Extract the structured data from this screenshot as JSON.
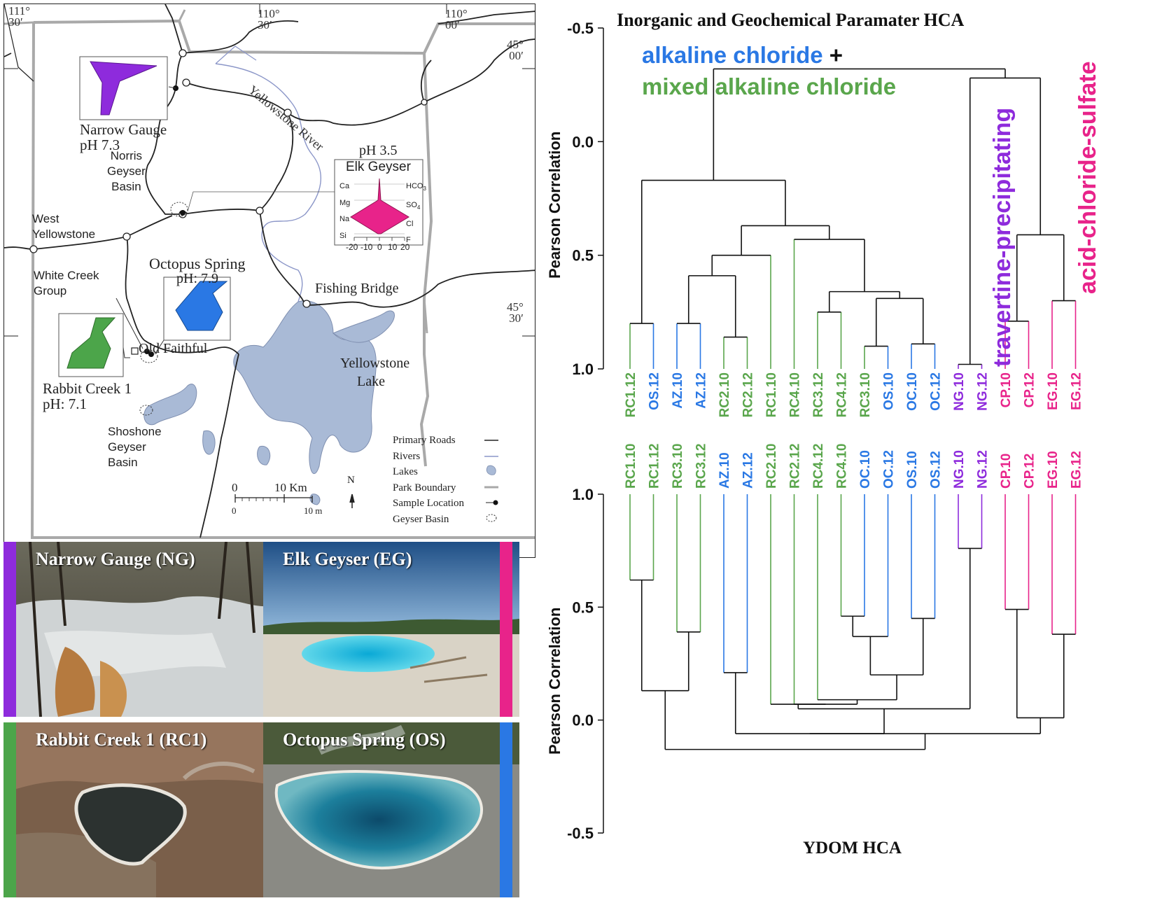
{
  "map": {
    "coords": {
      "lon1_deg": "111°",
      "lon1_min": "30′",
      "lon2_deg": "110°",
      "lon2_min": "30′",
      "lon3_deg": "110°",
      "lon3_min": "00′",
      "lat1_deg": "45°",
      "lat1_min": "00′",
      "lat2_deg": "45°",
      "lat2_min": "30′"
    },
    "places": {
      "yellowstone_river": "Yellowstone River",
      "norris": [
        "Norris",
        "Geyser",
        "Basin"
      ],
      "west_yellowstone": [
        "West",
        "Yellowstone"
      ],
      "white_creek": [
        "White Creek",
        "Group"
      ],
      "old_faithful": "Old Faithful",
      "fishing_bridge": "Fishing Bridge",
      "yellowstone_lake": [
        "Yellowstone",
        "Lake"
      ],
      "shoshone": [
        "Shoshone",
        "Geyser",
        "Basin"
      ]
    },
    "sites": {
      "narrow_gauge": {
        "name": "Narrow Gauge",
        "ph": "pH 7.3"
      },
      "octopus": {
        "name": "Octopus Spring",
        "ph": "pH: 7.9"
      },
      "rabbit_creek": {
        "name": "Rabbit Creek 1",
        "ph": "pH: 7.1"
      },
      "elk": {
        "name": "Elk Geyser",
        "ph": "pH 3.5"
      }
    },
    "stiff": {
      "left_ions": [
        "Ca",
        "Mg",
        "Na",
        "Si"
      ],
      "right_ions": [
        "HCO3",
        "SO4",
        "Cl",
        "F"
      ],
      "ticks": [
        "-20",
        "-10",
        "0",
        "10",
        "20"
      ]
    },
    "legend": [
      "Primary Roads",
      "Rivers",
      "Lakes",
      "Park Boundary",
      "Sample Location",
      "Geyser Basin"
    ],
    "scale": {
      "zero_top": "0",
      "km": "10 Km",
      "zero_bottom": "0",
      "miles": "10 m",
      "north": "N"
    },
    "colors": {
      "road": "#222222",
      "river": "#8b96c8",
      "lake": "#a9bad6",
      "boundary": "#a9a9a9"
    }
  },
  "photos": [
    {
      "title": "Narrow Gauge (NG)",
      "bar_color": "#8e2bdc"
    },
    {
      "title": "Elk Geyser (EG)",
      "bar_color": "#e8238a"
    },
    {
      "title": "Rabbit Creek 1 (RC1)",
      "bar_color": "#4ca54a"
    },
    {
      "title": "Octopus Spring (OS)",
      "bar_color": "#2a78e4"
    }
  ],
  "dendrogram": {
    "top_title": "Inorganic and Geochemical Paramater HCA",
    "bottom_title": "YDOM HCA",
    "ylabel": "Pearson Correlation",
    "top_ticks": [
      "-0.5",
      "0.0",
      "0.5",
      "1.0"
    ],
    "bottom_ticks": [
      "1.0",
      "0.5",
      "0.0",
      "-0.5"
    ],
    "group_labels": {
      "alkaline": "alkaline chloride",
      "plus": "+",
      "mixed": "mixed alkaline chloride",
      "travertine": "travertine-precipitating",
      "acid": "acid-chloride-sulfate"
    },
    "colors": {
      "green": "#5aa64c",
      "blue": "#2a78e4",
      "purple": "#8e2bdc",
      "pink": "#e8238a",
      "black": "#111111"
    }
  },
  "chart_data": [
    {
      "type": "dendrogram",
      "title": "Inorganic and Geochemical Paramater HCA",
      "ylabel": "Pearson Correlation",
      "ylim": [
        -0.5,
        1.0
      ],
      "leaves": [
        "RC1.12",
        "OS.12",
        "AZ.10",
        "AZ.12",
        "RC2.10",
        "RC2.12",
        "RC1.10",
        "RC4.10",
        "RC3.12",
        "RC4.12",
        "RC3.10",
        "OS.10",
        "OC.10",
        "OC.12",
        "NG.10",
        "NG.12",
        "CP.10",
        "CP.12",
        "EG.10",
        "EG.12"
      ],
      "merges": [
        {
          "items": [
            "RC1.12",
            "OS.12"
          ],
          "height": 0.8
        },
        {
          "items": [
            "AZ.10",
            "AZ.12"
          ],
          "height": 0.8
        },
        {
          "items": [
            "RC2.10",
            "RC2.12"
          ],
          "height": 0.86
        },
        {
          "items": [
            "RC3.10",
            "OS.10"
          ],
          "height": 0.9
        },
        {
          "items": [
            "OC.10",
            "OC.12"
          ],
          "height": 0.89
        },
        {
          "items": [
            "NG.10",
            "NG.12"
          ],
          "height": 0.98
        },
        {
          "items": [
            "CP.10",
            "CP.12"
          ],
          "height": 0.79
        },
        {
          "items": [
            "EG.10",
            "EG.12"
          ],
          "height": 0.7
        },
        {
          "items": [
            "AZ",
            "RC2"
          ],
          "height": 0.59
        },
        {
          "items": [
            "AZ+RC2",
            "RC1.10"
          ],
          "height": 0.5
        },
        {
          "items": [
            "RC3.12",
            "RC4.12"
          ],
          "height": 0.75
        },
        {
          "items": [
            "RC3.10+OS.10",
            "OC"
          ],
          "height": 0.69
        },
        {
          "items": [
            "RC3.12+RC4.12",
            "RC3.10+OS.10+OC"
          ],
          "height": 0.66
        },
        {
          "items": [
            "RC4.10",
            "RC3.12..OC.12"
          ],
          "height": 0.43
        },
        {
          "items": [
            "AZ..RC1.10",
            "RC4.10..OC.12"
          ],
          "height": 0.37
        },
        {
          "items": [
            "RC1.12+OS.12",
            "AZ..OC.12"
          ],
          "height": 0.17
        },
        {
          "items": [
            "CP",
            "EG"
          ],
          "height": 0.41
        },
        {
          "items": [
            "NG",
            "CP+EG"
          ],
          "height": -0.28
        },
        {
          "items": [
            "alkaline",
            "NG+CP+EG"
          ],
          "height": -0.32
        }
      ]
    },
    {
      "type": "dendrogram",
      "title": "YDOM HCA",
      "ylabel": "Pearson Correlation",
      "ylim": [
        -0.5,
        1.0
      ],
      "leaves": [
        "RC1.10",
        "RC1.12",
        "RC3.10",
        "RC3.12",
        "AZ.10",
        "AZ.12",
        "RC2.10",
        "RC2.12",
        "RC4.12",
        "RC4.10",
        "OC.10",
        "OC.12",
        "OS.10",
        "OS.12",
        "NG.10",
        "NG.12",
        "CP.10",
        "CP.12",
        "EG.10",
        "EG.12"
      ],
      "merges": [
        {
          "items": [
            "RC1.10",
            "RC1.12"
          ],
          "height": 0.62
        },
        {
          "items": [
            "RC3.10",
            "RC3.12"
          ],
          "height": 0.39
        },
        {
          "items": [
            "AZ.10",
            "AZ.12"
          ],
          "height": 0.21
        },
        {
          "items": [
            "RC4.10",
            "OC.10"
          ],
          "height": 0.46
        },
        {
          "items": [
            "RC4.10+OC.10",
            "OC.12"
          ],
          "height": 0.37
        },
        {
          "items": [
            "OS.10",
            "OS.12"
          ],
          "height": 0.45
        },
        {
          "items": [
            "RC4.10..OC.12",
            "OS"
          ],
          "height": 0.2
        },
        {
          "items": [
            "RC4.12",
            "RC4.10..OS.12"
          ],
          "height": 0.09
        },
        {
          "items": [
            "RC2.12",
            "RC4.12..OS.12"
          ],
          "height": 0.07
        },
        {
          "items": [
            "RC2.10",
            "RC2.12..OS.12"
          ],
          "height": 0.07
        },
        {
          "items": [
            "NG.10",
            "NG.12"
          ],
          "height": 0.76
        },
        {
          "items": [
            "RC2.10..OS.12",
            "NG"
          ],
          "height": 0.05
        },
        {
          "items": [
            "CP.10",
            "CP.12"
          ],
          "height": 0.49
        },
        {
          "items": [
            "EG.10",
            "EG.12"
          ],
          "height": 0.38
        },
        {
          "items": [
            "CP",
            "EG"
          ],
          "height": 0.01
        },
        {
          "items": [
            "AZ",
            "RC2.10..NG.12"
          ],
          "height": -0.06
        },
        {
          "items": [
            "AZ..NG.12",
            "CP+EG"
          ],
          "height": -0.06
        },
        {
          "items": [
            "RC1",
            "RC3"
          ],
          "height": 0.13
        },
        {
          "items": [
            "RC1+RC3",
            "AZ..EG.12"
          ],
          "height": -0.13
        }
      ]
    }
  ]
}
